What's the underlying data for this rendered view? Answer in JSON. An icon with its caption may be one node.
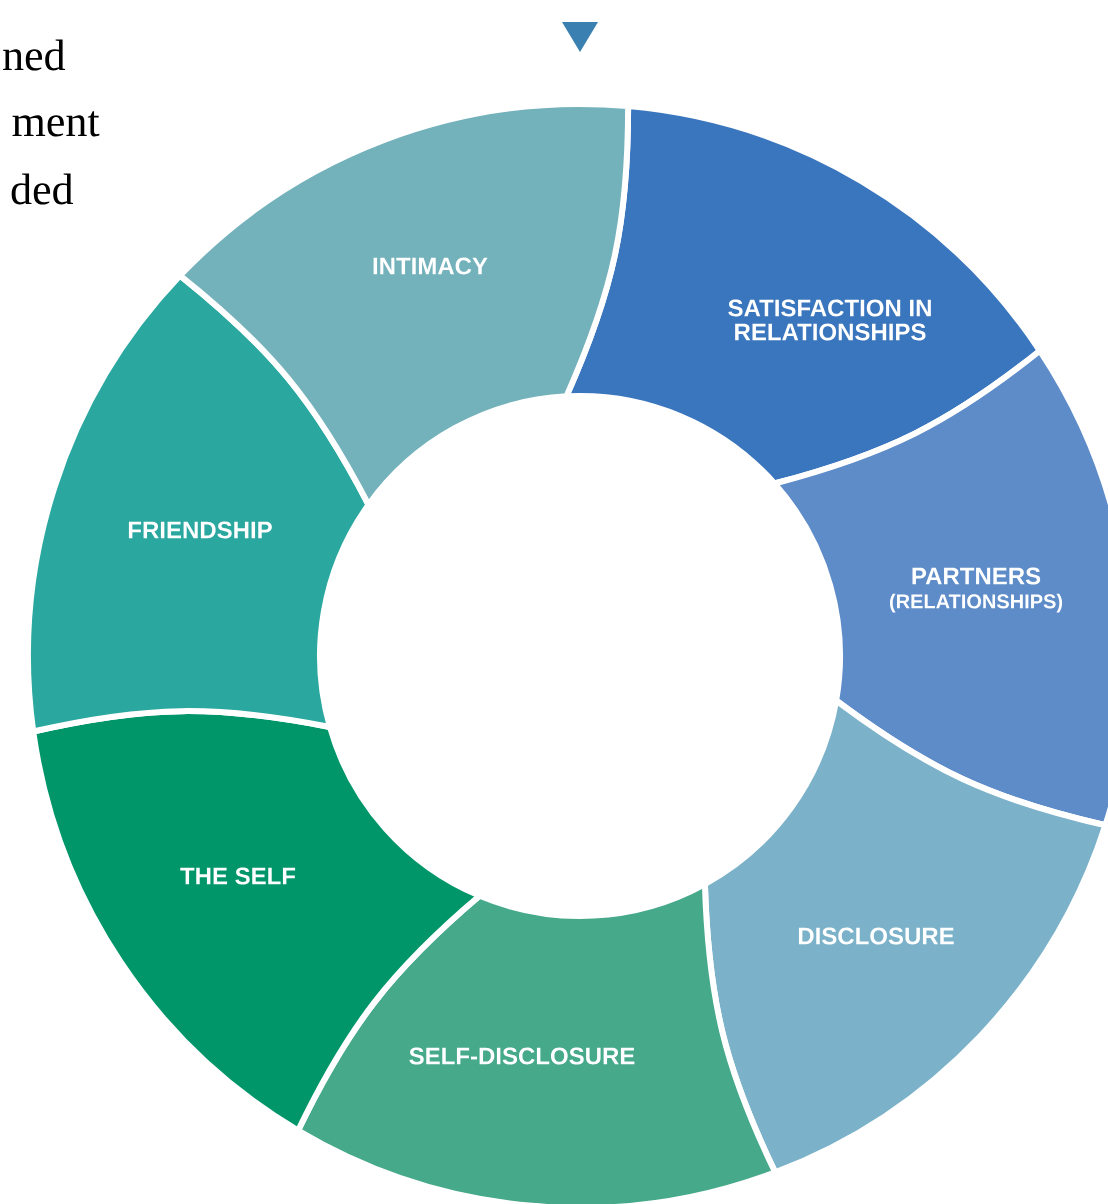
{
  "diagram": {
    "nodes": [
      {
        "text": [
          "SATISFACTION IN RELATIONSHIPS"
        ]
      },
      {
        "text": [
          "PARTNERS",
          "(RELATIONSHIPS)"
        ]
      },
      {
        "text": [
          "DISCLOSURE"
        ]
      },
      {
        "text": [
          "SELF-DISCLOSURE"
        ]
      },
      {
        "text": [
          "THE SELF"
        ]
      },
      {
        "text": [
          "FRIENDSHIP"
        ]
      },
      {
        "text": [
          "INTIMACY"
        ]
      }
    ],
    "labels": [
      "ned",
      "ment",
      "ded"
    ]
  }
}
